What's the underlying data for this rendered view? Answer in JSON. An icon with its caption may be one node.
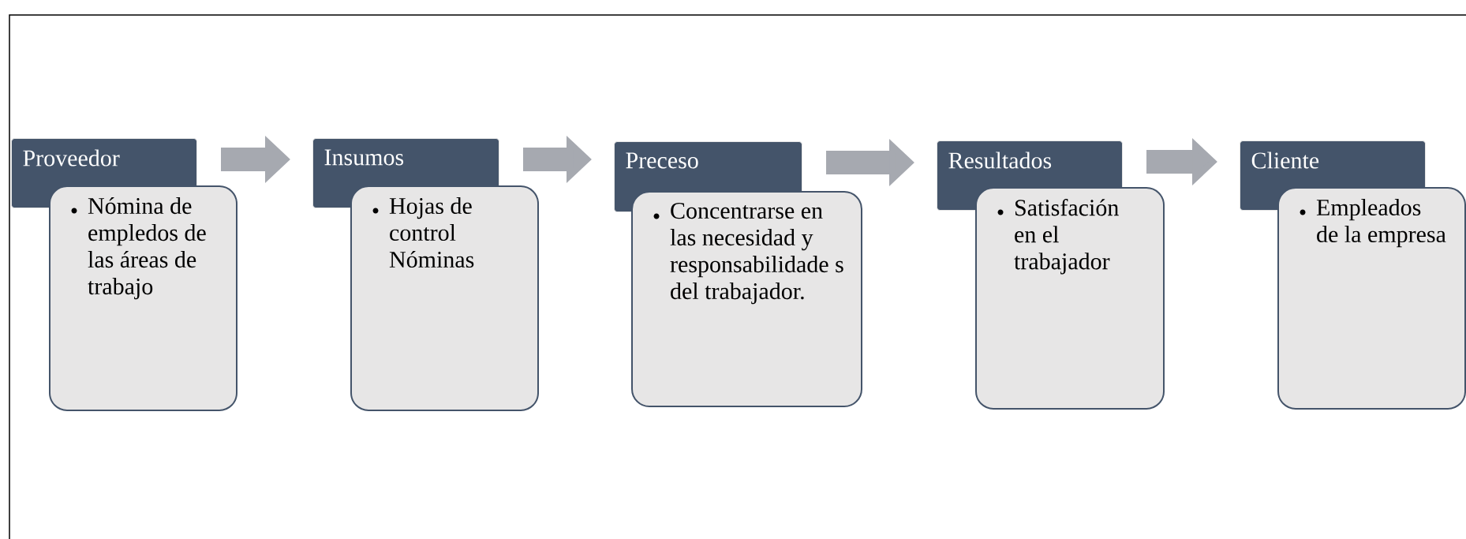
{
  "diagram": {
    "nodes": [
      {
        "text": [
          "Proveedor"
        ]
      },
      {
        "text": [
          "Nómina de empledos de las áreas de trabajo"
        ]
      },
      {
        "text": [
          "Insumos"
        ]
      },
      {
        "text": [
          "Hojas de control Nóminas"
        ]
      },
      {
        "text": [
          "Preceso"
        ]
      },
      {
        "text": [
          "Concentrarse en las necesidad y responsabilidade s del trabajador."
        ]
      },
      {
        "text": [
          "Resultados"
        ]
      },
      {
        "text": [
          "Satisfación en el trabajador"
        ]
      },
      {
        "text": [
          "Cliente"
        ]
      },
      {
        "text": [
          "Empleados de la empresa"
        ]
      }
    ],
    "edges": [
      {
        "from": 0,
        "to": 2,
        "arrow": "to"
      },
      {
        "from": 2,
        "to": 4,
        "arrow": "to"
      },
      {
        "from": 4,
        "to": 6,
        "arrow": "to"
      },
      {
        "from": 6,
        "to": 8,
        "arrow": "to"
      }
    ]
  }
}
